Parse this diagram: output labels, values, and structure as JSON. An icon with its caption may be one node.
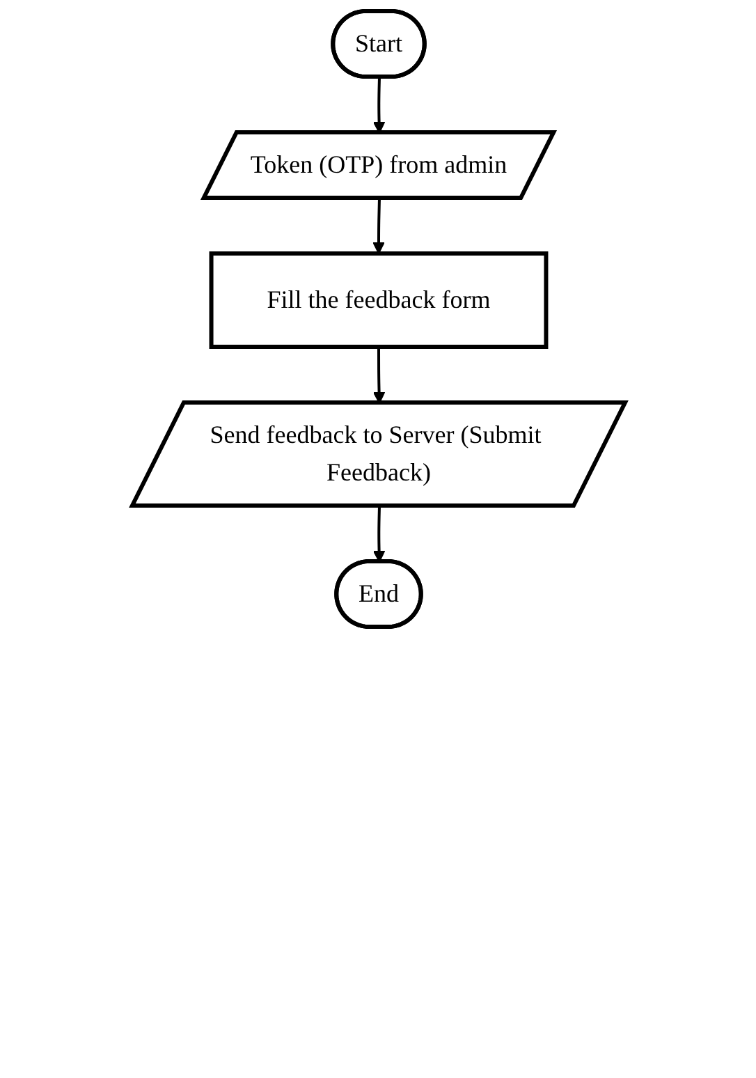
{
  "diagram": {
    "nodes": [
      {
        "text": [
          "Start"
        ]
      },
      {
        "text": [
          "Token (OTP) from admin"
        ]
      },
      {
        "text": [
          "Fill the feedback form"
        ]
      },
      {
        "text": [
          "Send feedback to Server (Submit Feedback)"
        ]
      },
      {
        "text": [
          "End"
        ]
      }
    ],
    "edges": [
      {
        "from": 0,
        "to": 1,
        "arrow": "to"
      },
      {
        "from": 1,
        "to": 2,
        "arrow": "to"
      },
      {
        "from": 2,
        "to": 3,
        "arrow": "to"
      },
      {
        "from": 3,
        "to": 4,
        "arrow": "to"
      }
    ]
  }
}
